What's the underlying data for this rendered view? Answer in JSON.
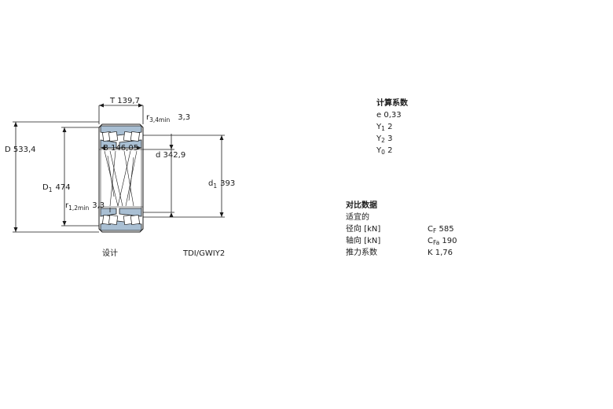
{
  "drawing": {
    "T": {
      "sym": "T",
      "val": "139,7"
    },
    "r34": {
      "sym": "r",
      "sub": "3,4min",
      "val": "3,3"
    },
    "B": {
      "sym": "B",
      "val": "146,05"
    },
    "d": {
      "sym": "d",
      "val": "342,9"
    },
    "D": {
      "sym": "D",
      "val": "533,4"
    },
    "D1": {
      "sym": "D",
      "sub": "1",
      "val": "474"
    },
    "d1": {
      "sym": "d",
      "sub": "1",
      "val": "393"
    },
    "r12": {
      "sym": "r",
      "sub": "1,2min",
      "val": "3,3"
    },
    "design_label": "设计",
    "design_value": "TDI/GWIY2",
    "colors": {
      "ring": "#a9bfd3",
      "line": "#1a1a1a"
    }
  },
  "calc": {
    "title": "计算系数",
    "rows": [
      {
        "sym": "e",
        "sub": "",
        "val": "0,33"
      },
      {
        "sym": "Y",
        "sub": "1",
        "val": "2"
      },
      {
        "sym": "Y",
        "sub": "2",
        "val": "3"
      },
      {
        "sym": "Y",
        "sub": "0",
        "val": "2"
      }
    ]
  },
  "rating": {
    "title": "对比数据",
    "subtitle": "适宜的",
    "rows": [
      {
        "label": "径向 [kN]",
        "sym": "C",
        "sub": "F",
        "val": "585"
      },
      {
        "label": "轴向 [kN]",
        "sym": "C",
        "sub": "Fa",
        "val": "190"
      },
      {
        "label": "推力系数",
        "sym": "K",
        "sub": "",
        "val": "1,76"
      }
    ]
  }
}
